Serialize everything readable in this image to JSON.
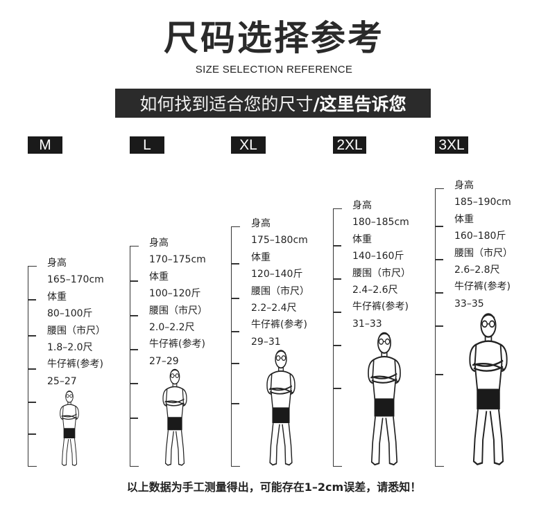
{
  "header": {
    "title": "尺码选择参考",
    "subtitle": "SIZE SELECTION REFERENCE",
    "banner_light": "如何找到适合您的尺寸",
    "banner_bold": "/这里告诉您"
  },
  "sizes": [
    {
      "tag": "M",
      "height_label": "身高",
      "height": "165–170cm",
      "weight_label": "体重",
      "weight": "80–100斤",
      "waist_label": "腰围（市尺）",
      "waist": "1.8–2.0尺",
      "jeans_label": "牛仔裤(参考)",
      "jeans": "25–27"
    },
    {
      "tag": "L",
      "height_label": "身高",
      "height": "170–175cm",
      "weight_label": "体重",
      "weight": "100–120斤",
      "waist_label": "腰围（市尺）",
      "waist": "2.0–2.2尺",
      "jeans_label": "牛仔裤(参考)",
      "jeans": "27–29"
    },
    {
      "tag": "XL",
      "height_label": "身高",
      "height": "175–180cm",
      "weight_label": "体重",
      "weight": "120–140斤",
      "waist_label": "腰围（市尺）",
      "waist": "2.2–2.4尺",
      "jeans_label": "牛仔裤(参考)",
      "jeans": "29–31"
    },
    {
      "tag": "2XL",
      "height_label": "身高",
      "height": "180–185cm",
      "weight_label": "体重",
      "weight": "140–160斤",
      "waist_label": "腰围（市尺）",
      "waist": "2.4–2.6尺",
      "jeans_label": "牛仔裤(参考)",
      "jeans": "31–33"
    },
    {
      "tag": "3XL",
      "height_label": "身高",
      "height": "185–190cm",
      "weight_label": "体重",
      "weight": "160–180斤",
      "waist_label": "腰围（市尺）",
      "waist": "2.6–2.8尺",
      "jeans_label": "牛仔裤(参考)",
      "jeans": "33–35"
    }
  ],
  "footer": {
    "note": "以上数据为手工测量得出，可能存在1–2cm误差，请悉知！"
  },
  "colors": {
    "banner_bg": "#2b2b2b",
    "tag_bg": "#1a1a1a",
    "text": "#222222",
    "shorts": "#1a1a1a"
  },
  "icons": [
    "person-figure-icon",
    "glasses-icon"
  ]
}
